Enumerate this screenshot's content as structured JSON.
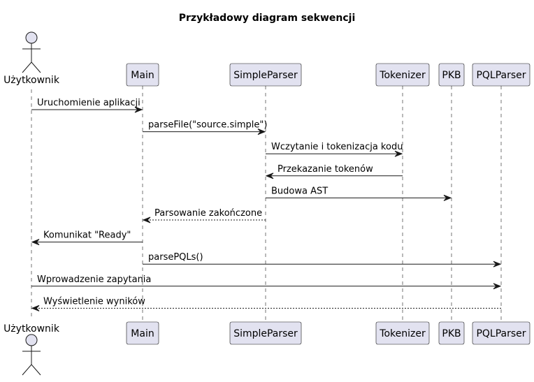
{
  "diagram": {
    "title": "Przykładowy diagram sekwencji",
    "participants": [
      {
        "id": "user",
        "label": "Użytkownik",
        "kind": "actor"
      },
      {
        "id": "main",
        "label": "Main",
        "kind": "participant"
      },
      {
        "id": "simpleparser",
        "label": "SimpleParser",
        "kind": "participant"
      },
      {
        "id": "tokenizer",
        "label": "Tokenizer",
        "kind": "participant"
      },
      {
        "id": "pkb",
        "label": "PKB",
        "kind": "participant"
      },
      {
        "id": "pqlparser",
        "label": "PQLParser",
        "kind": "participant"
      }
    ],
    "messages": [
      {
        "from": "user",
        "to": "main",
        "label": "Uruchomienie aplikacji",
        "style": "solid"
      },
      {
        "from": "main",
        "to": "simpleparser",
        "label": "parseFile(\"source.simple\")",
        "style": "solid"
      },
      {
        "from": "simpleparser",
        "to": "tokenizer",
        "label": "Wczytanie i tokenizacja kodu",
        "style": "solid"
      },
      {
        "from": "tokenizer",
        "to": "simpleparser",
        "label": "Przekazanie tokenów",
        "style": "solid"
      },
      {
        "from": "simpleparser",
        "to": "pkb",
        "label": "Budowa AST",
        "style": "solid"
      },
      {
        "from": "simpleparser",
        "to": "main",
        "label": "Parsowanie zakończone",
        "style": "dashed"
      },
      {
        "from": "main",
        "to": "user",
        "label": "Komunikat \"Ready\"",
        "style": "solid"
      },
      {
        "from": "main",
        "to": "pqlparser",
        "label": "parsePQLs()",
        "style": "solid"
      },
      {
        "from": "user",
        "to": "pqlparser",
        "label": "Wprowadzenie zapytania",
        "style": "solid"
      },
      {
        "from": "pqlparser",
        "to": "user",
        "label": "Wyświetlenie wyników",
        "style": "dashed"
      }
    ]
  }
}
